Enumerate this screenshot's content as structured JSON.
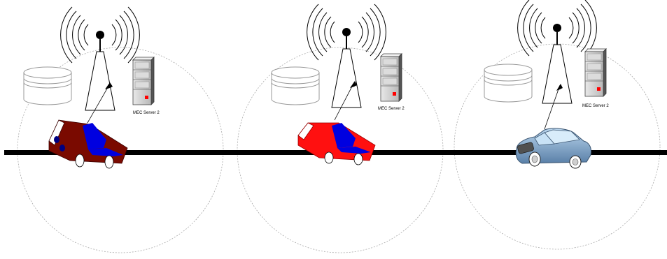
{
  "scenes": [
    {
      "server_label": "MEC Server 2",
      "vehicle": "vehicle-dark-red"
    },
    {
      "server_label": "MEC Server 2",
      "vehicle": "vehicle-red"
    },
    {
      "server_label": "MEC Server 2",
      "vehicle": "vehicle-blue-car"
    }
  ],
  "colors": {
    "road": "#000000",
    "coverage": "#aaaaaa",
    "car1_body": "#7a0a00",
    "car1_stripe": "#0000e0",
    "car2_body": "#ff1010",
    "car2_stripe": "#0000e0",
    "car3_body": "#7fa6c8",
    "server_body": "#d0d0d0",
    "server_light": "#ff0000"
  },
  "icons": [
    "antenna-icon",
    "database-icon",
    "server-icon",
    "car-icon"
  ]
}
